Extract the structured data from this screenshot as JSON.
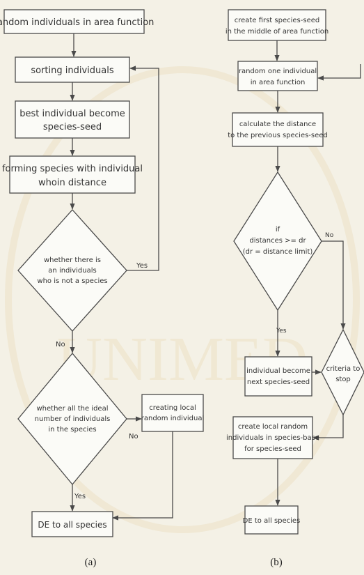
{
  "flowchart_a": {
    "caption": "(a)",
    "random_individuals": "random individuals in area function",
    "sorting": "sorting individuals",
    "best_seed": [
      "best individual become",
      "species-seed"
    ],
    "forming": [
      "forming species with individual",
      "whoin distance"
    ],
    "decision_not_species": [
      "whether there is",
      "an individuals",
      "who is not a species"
    ],
    "label_yes_1": "Yes",
    "label_no_1": "No",
    "decision_ideal": [
      "whether all the ideal",
      "number of individuals",
      "in the species"
    ],
    "label_no_2": "No",
    "label_yes_2": "Yes",
    "creating_local": [
      "creating local",
      "random individual"
    ],
    "de_all": "DE to all species"
  },
  "flowchart_b": {
    "caption": "(b)",
    "create_first": [
      "create first species-seed",
      "in the middle of area function"
    ],
    "random_one": [
      "random one individual",
      "in area function"
    ],
    "calculate": [
      "calculate the distance",
      "to the previous species-seed"
    ],
    "decision_distance": [
      "if",
      "distances >= dr",
      "(dr = distance limit)"
    ],
    "label_no": "No",
    "label_yes": "Yes",
    "individual_become": [
      "individual become",
      "next species-seed"
    ],
    "criteria_stop": [
      "criteria to",
      "stop"
    ],
    "create_local": [
      "create local random",
      "individuals in species-base",
      "for species-seed"
    ],
    "de_all": "DE to all species"
  },
  "watermark": "UNIMED"
}
